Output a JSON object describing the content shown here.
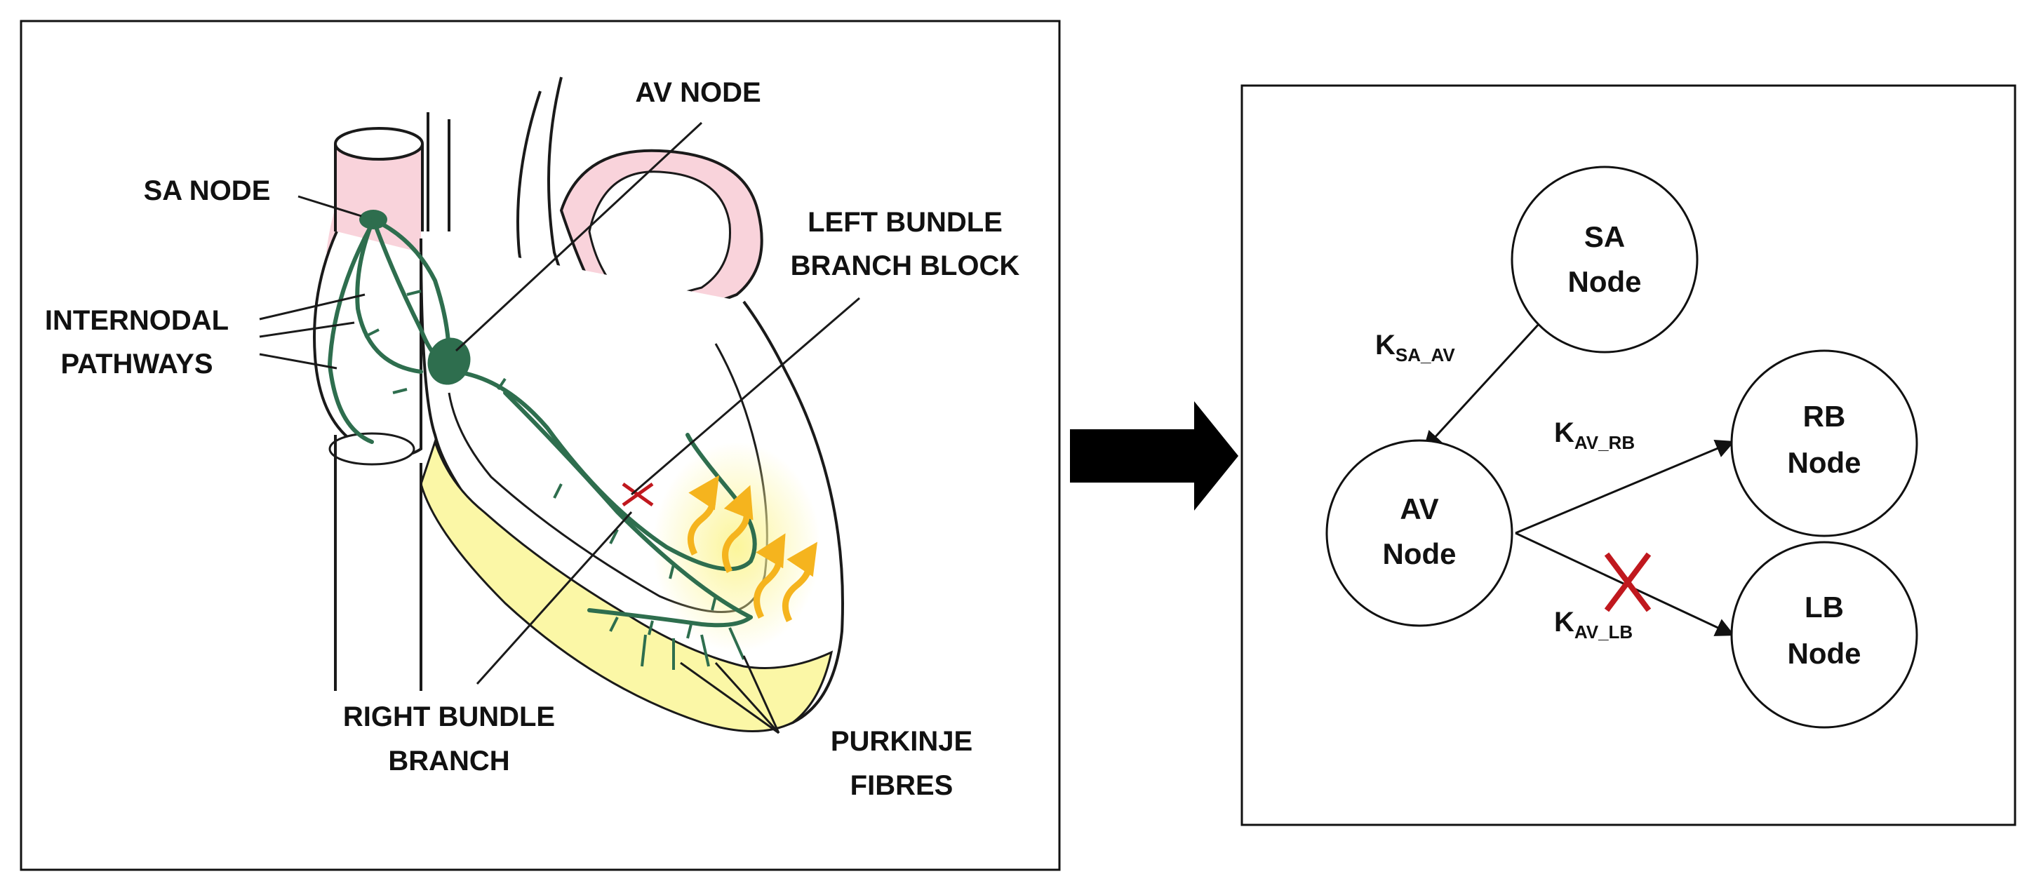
{
  "heart_labels": {
    "av_node": "AV NODE",
    "sa_node": "SA NODE",
    "left_bundle_1": "LEFT BUNDLE",
    "left_bundle_2": "BRANCH BLOCK",
    "internodal_1": "INTERNODAL",
    "internodal_2": "PATHWAYS",
    "right_bundle_1": "RIGHT BUNDLE",
    "right_bundle_2": "BRANCH",
    "purkinje_1": "PURKINJE",
    "purkinje_2": "FIBRES"
  },
  "graph": {
    "nodes": {
      "sa": [
        "SA",
        "Node"
      ],
      "av": [
        "AV",
        "Node"
      ],
      "rb": [
        "RB",
        "Node"
      ],
      "lb": [
        "LB",
        "Node"
      ]
    },
    "edges": {
      "sa_av": {
        "base": "K",
        "sub": "SA_AV"
      },
      "av_rb": {
        "base": "K",
        "sub": "AV_RB"
      },
      "av_lb": {
        "base": "K",
        "sub": "AV_LB"
      }
    }
  },
  "colors": {
    "pathway": "#2e6e4e",
    "myocardium": "#fbf7a6",
    "vessel": "#f9d3db",
    "block": "#c0181e",
    "impulse": "#f5b41e"
  }
}
